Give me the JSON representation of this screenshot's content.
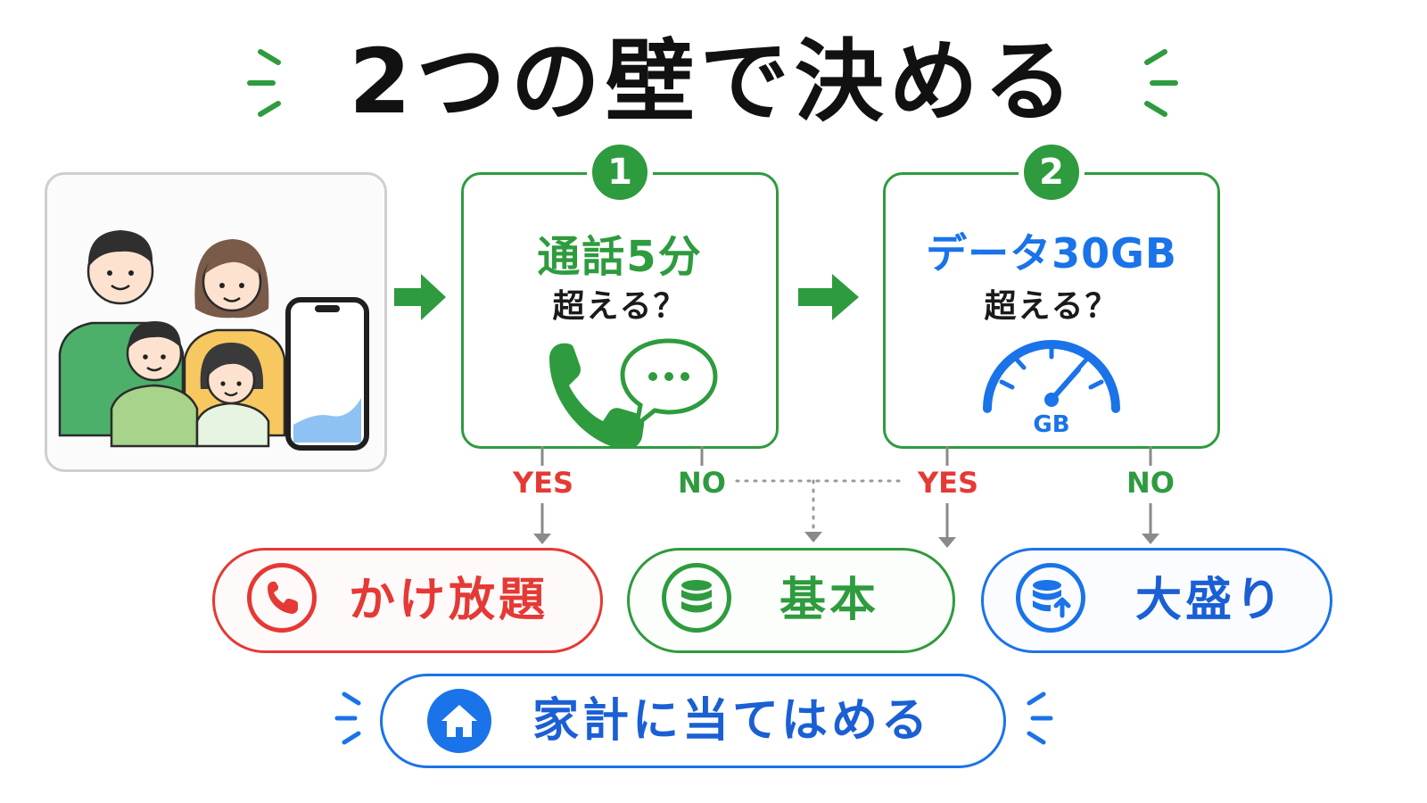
{
  "title": "2つの壁で決める",
  "steps": [
    {
      "number": "1",
      "main": "通話5分",
      "sub": "超える？"
    },
    {
      "number": "2",
      "main": "データ30GB",
      "sub": "超える？",
      "gauge_unit": "GB"
    }
  ],
  "branches": {
    "step1_yes": "YES",
    "step1_no": "NO",
    "step2_yes": "YES",
    "step2_no": "NO"
  },
  "results": [
    {
      "label": "かけ放題",
      "icon": "phone-icon",
      "color": "#e53935"
    },
    {
      "label": "基本",
      "icon": "database-icon",
      "color": "#2e9b3e"
    },
    {
      "label": "大盛り",
      "icon": "database-upload-icon",
      "color": "#1a73e8"
    }
  ],
  "cta": {
    "label": "家計に当てはめる",
    "icon": "home-icon"
  },
  "colors": {
    "green": "#2e9b3e",
    "red": "#e53935",
    "blue": "#1a73e8",
    "text": "#111111"
  }
}
